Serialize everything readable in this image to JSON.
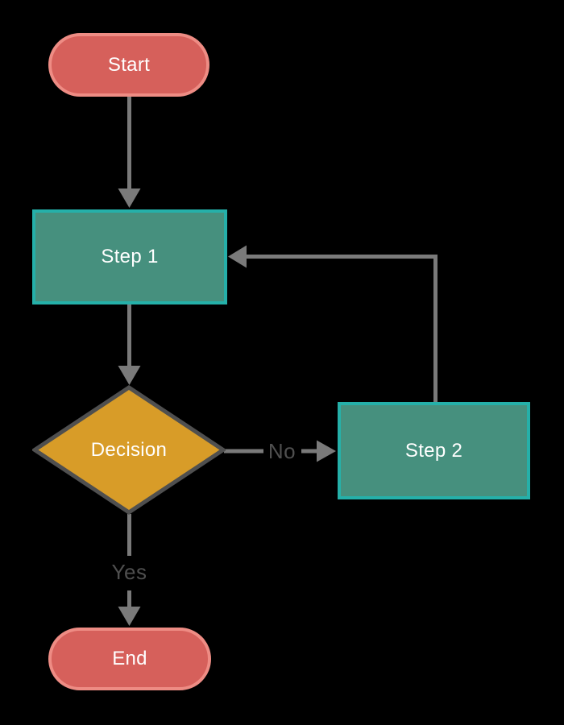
{
  "diagram": {
    "type": "flowchart",
    "nodes": [
      {
        "id": "start",
        "label": "Start",
        "shape": "terminator"
      },
      {
        "id": "step1",
        "label": "Step 1",
        "shape": "process"
      },
      {
        "id": "decision",
        "label": "Decision",
        "shape": "decision"
      },
      {
        "id": "step2",
        "label": "Step 2",
        "shape": "process"
      },
      {
        "id": "end",
        "label": "End",
        "shape": "terminator"
      }
    ],
    "edges": [
      {
        "from": "start",
        "to": "step1",
        "label": ""
      },
      {
        "from": "step1",
        "to": "decision",
        "label": ""
      },
      {
        "from": "decision",
        "to": "step2",
        "label": "No"
      },
      {
        "from": "decision",
        "to": "end",
        "label": "Yes"
      },
      {
        "from": "step2",
        "to": "step1",
        "label": ""
      }
    ]
  },
  "colors": {
    "canvas_bg": "#000000",
    "terminator_fill": "#d6605b",
    "terminator_border": "#ee8c84",
    "process_fill": "#46907e",
    "process_border": "#25b0a9",
    "decision_fill": "#d89c28",
    "decision_border": "#4f4f4f",
    "connector": "#7a7a7a",
    "edge_label_text": "#4f4f4f",
    "node_text": "#ffffff"
  }
}
